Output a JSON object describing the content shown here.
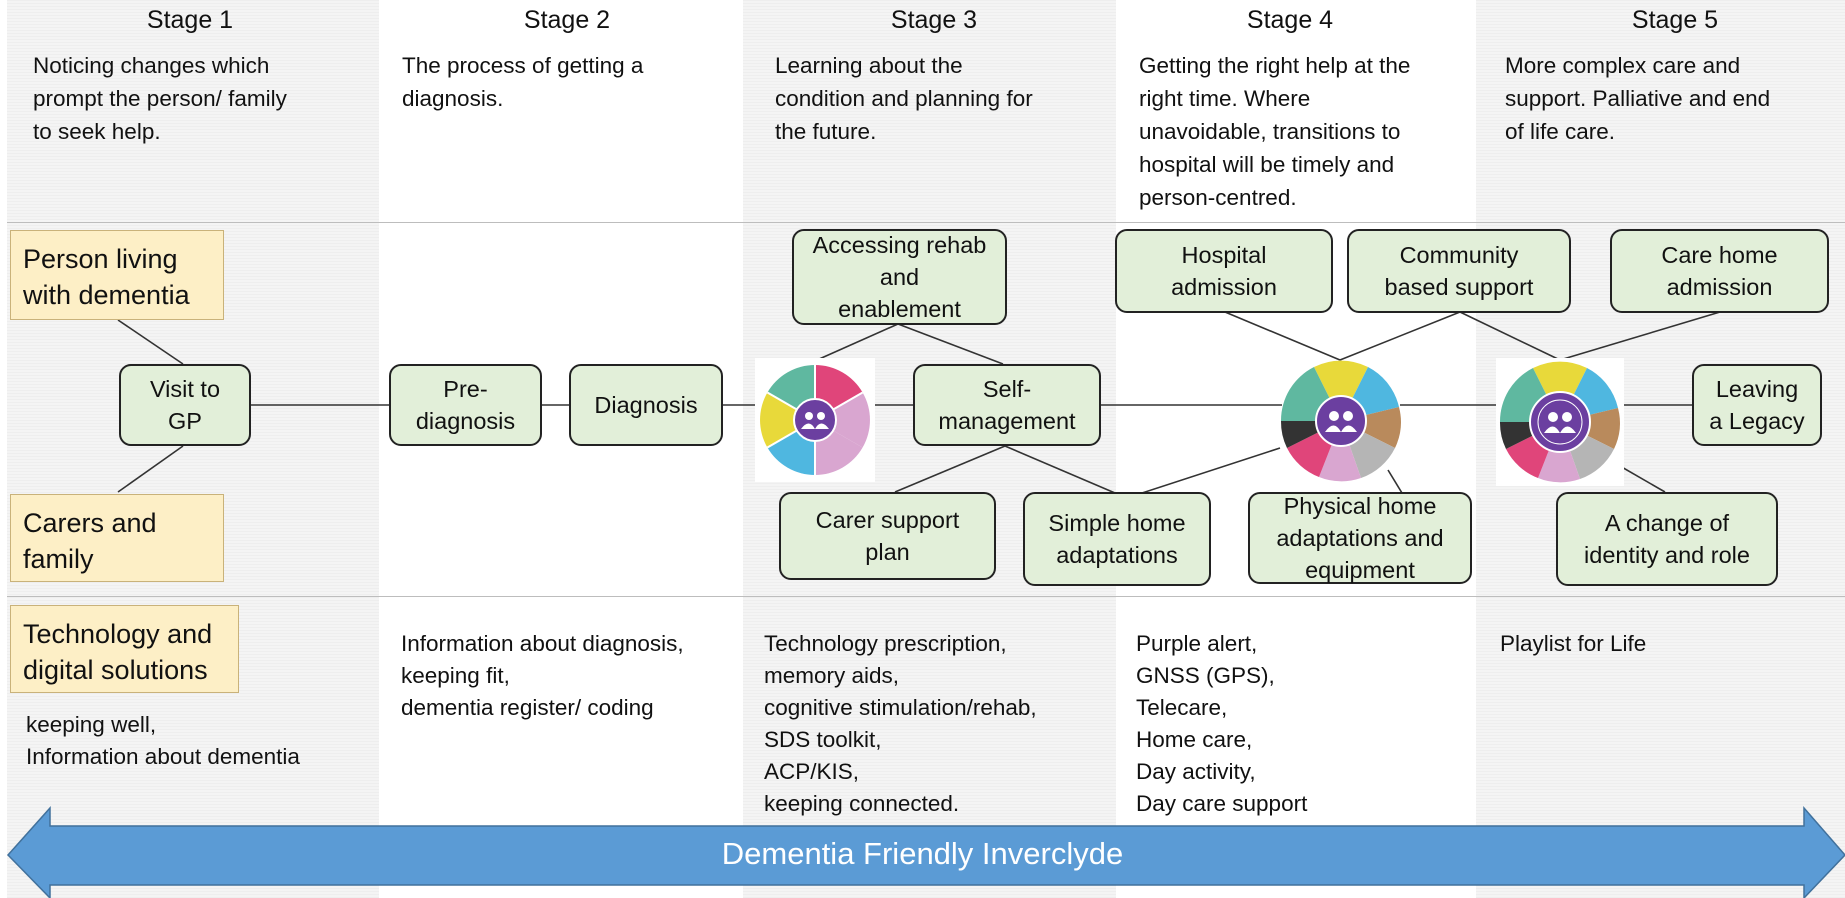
{
  "stages": [
    {
      "title": "Stage 1",
      "description": "Noticing changes which\nprompt the person/ family\nto seek help."
    },
    {
      "title": "Stage 2",
      "description": "The process of getting a\ndiagnosis."
    },
    {
      "title": "Stage 3",
      "description": "Learning about the\ncondition and planning for\nthe future."
    },
    {
      "title": "Stage 4",
      "description": "Getting the right help at the\nright time. Where\nunavoidable, transitions to\nhospital will be timely and\nperson-centred."
    },
    {
      "title": "Stage 5",
      "description": "More complex care and\nsupport. Palliative and end\nof life care."
    }
  ],
  "row_labels": {
    "person": "Person living\nwith dementia",
    "carers": "Carers and\nfamily",
    "technology": "Technology and\ndigital solutions"
  },
  "nodes": {
    "visit_gp": "Visit to\nGP",
    "pre_diagnosis": "Pre-\ndiagnosis",
    "diagnosis": "Diagnosis",
    "accessing_rehab": "Accessing rehab\nand\nenablement",
    "self_management": "Self-\nmanagement",
    "carer_support": "Carer support\nplan",
    "simple_home": "Simple home\nadaptations",
    "hospital_admission": "Hospital\nadmission",
    "community_support": "Community\nbased support",
    "physical_home": "Physical home\nadaptations and\nequipment",
    "care_home": "Care home\nadmission",
    "leaving_legacy": "Leaving\na Legacy",
    "change_identity": "A change of\nidentity and role"
  },
  "technology": {
    "stage1": "keeping well,\nInformation about dementia",
    "stage2": "Information about diagnosis,\nkeeping fit,\ndementia register/ coding",
    "stage3": "Technology prescription,\nmemory aids,\ncognitive stimulation/rehab,\nSDS toolkit,\nACP/KIS,\nkeeping connected.",
    "stage4": "Purple alert,\nGNSS (GPS),\nTelecare,\nHome care,\nDay activity,\nDay care support",
    "stage5": "Playlist for Life"
  },
  "banner": "Dementia Friendly Inverclyde",
  "colors": {
    "node_fill": "#e2efd9",
    "label_fill": "#fdefc6",
    "arrow_fill": "#5b9bd5",
    "hub_purple": "#6b3fa0",
    "wheel_segments": [
      "#e8d93a",
      "#4fb7e0",
      "#b98a5c",
      "#b5b5b5",
      "#d9a6d0",
      "#e0457a",
      "#333333",
      "#5fb8a0"
    ]
  }
}
